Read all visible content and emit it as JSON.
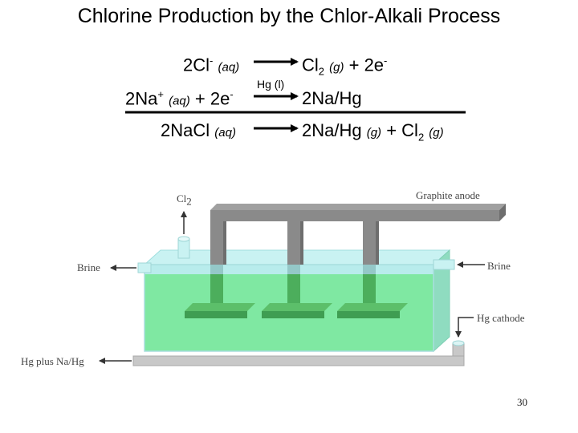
{
  "title": "Chlorine Production by the Chlor-Alkali Process",
  "equations": {
    "eq1": {
      "left_main": "2Cl",
      "left_sup": "-",
      "left_phase": "(aq)",
      "right_main": "Cl",
      "right_sub": "2",
      "right_phase": "(g)",
      "right_tail": "+ 2e",
      "right_sup": "-"
    },
    "eq2": {
      "left_main": "2Na",
      "left_sup": "+",
      "left_phase": "(aq)",
      "left_tail": "+ 2e",
      "left_tail_sup": "-",
      "arrow_label": "Hg (l)",
      "right_main": "2Na/Hg"
    },
    "eq3": {
      "left_main": "2NaCl",
      "left_phase": "(aq)",
      "right_main": "2Na/Hg",
      "right_phase": "(g)",
      "right_tail": "+ Cl",
      "right_sub": "2",
      "right_phase2": "(g)"
    }
  },
  "diagram": {
    "cl2_label": "Cl",
    "cl2_sub": "2",
    "graphite_anode": "Graphite anode",
    "brine_left": "Brine",
    "brine_right": "Brine",
    "hg_cathode": "Hg cathode",
    "hg_plus": "Hg plus Na/Hg"
  },
  "page_number": "30",
  "colors": {
    "anode_gray": "#8a8a8a",
    "anode_dark": "#6e6e6e",
    "brine_light": "#b8ecec",
    "brine_green": "#7fe8a2",
    "anode_green": "#4cae5c",
    "mercury_gray": "#c0c0c0"
  }
}
